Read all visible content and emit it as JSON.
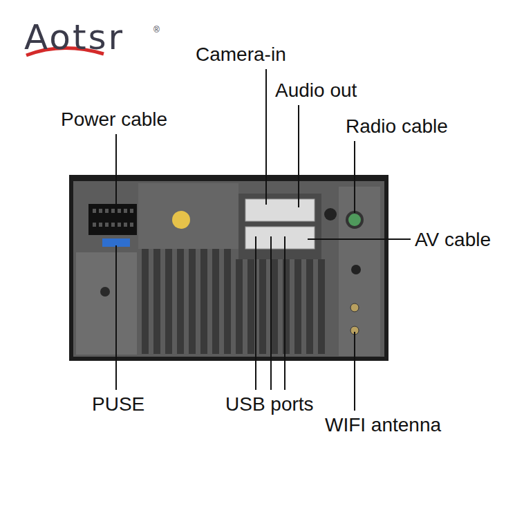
{
  "diagram": {
    "labels": [
      "Aotsr",
      "®",
      "Camera-in",
      "Audio out",
      "Power cable",
      "Radio cable",
      "AV cable",
      "PUSE",
      "USB ports",
      "WIFI antenna"
    ]
  }
}
